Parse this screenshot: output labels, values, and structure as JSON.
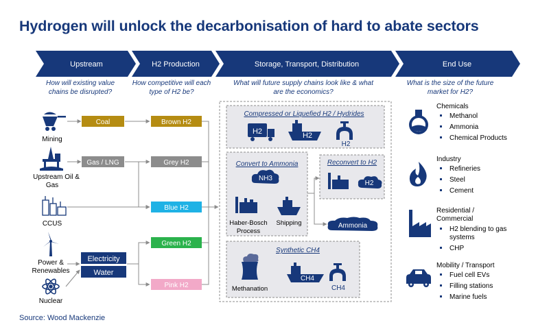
{
  "title": "Hydrogen will unlock the decarbonisation of hard to abate sectors",
  "stages": [
    {
      "label": "Upstream",
      "question": [
        "How will existing value",
        "chains be disrupted?"
      ]
    },
    {
      "label": "H2 Production",
      "question": [
        "How competitive will each",
        "type of H2 be?"
      ]
    },
    {
      "label": "Storage, Transport, Distribution",
      "question": [
        "What will future supply chains look like & what",
        "are the economics?"
      ]
    },
    {
      "label": "End Use",
      "question": [
        "What is the size of the future",
        "market for H2?"
      ]
    }
  ],
  "sources": [
    {
      "label": "Mining",
      "icon": "mining-cart-icon"
    },
    {
      "label": [
        "Upstream Oil &",
        "Gas"
      ],
      "icon": "oil-rig-icon"
    },
    {
      "label": "CCUS",
      "icon": "ccus-plant-icon"
    },
    {
      "label": [
        "Power &",
        "Renewables"
      ],
      "icon": "wind-turbine-icon"
    },
    {
      "label": "Nuclear",
      "icon": "atom-icon"
    }
  ],
  "feedstocks": [
    {
      "label": "Coal",
      "color": "#b58c12"
    },
    {
      "label": "Gas / LNG",
      "color": "#8c8c8c"
    },
    {
      "label": "Electricity",
      "color": "#17387a"
    },
    {
      "label": "Water",
      "color": "#17387a"
    }
  ],
  "h2_types": [
    {
      "label": "Brown H2",
      "color": "#b58c12"
    },
    {
      "label": "Grey H2",
      "color": "#8c8c8c"
    },
    {
      "label": "Blue H2",
      "color": "#1fb2e5"
    },
    {
      "label": "Green H2",
      "color": "#2bb24c"
    },
    {
      "label": "Pink H2",
      "color": "#f2a9c8"
    }
  ],
  "storage": {
    "compressed": {
      "title": "Compressed or Liquefied H2 / Hydrides",
      "tags": [
        "H2",
        "H2",
        "H2"
      ]
    },
    "ammonia": {
      "title": "Convert to Ammonia",
      "cloud": "NH3",
      "haber": [
        "Haber-Bosch",
        "Process"
      ],
      "shipping": "Shipping"
    },
    "reconvert": {
      "title": "Reconvert to H2",
      "cloud": "H2"
    },
    "ammonia_output": "Ammonia",
    "synthetic": {
      "title": "Synthetic CH4",
      "methanation": "Methanation",
      "tags": [
        "CH4",
        "CH4"
      ]
    }
  },
  "end_use": [
    {
      "heading": [
        "Chemicals"
      ],
      "icon": "flask-icon",
      "items": [
        "Methanol",
        "Ammonia",
        "Chemical Products"
      ]
    },
    {
      "heading": [
        "Industry"
      ],
      "icon": "flame-icon",
      "items": [
        "Refineries",
        "Steel",
        "Cement"
      ]
    },
    {
      "heading": [
        "Residential /",
        "Commercial"
      ],
      "icon": "factory-icon",
      "items": [
        [
          "H2 blending to gas",
          "systems"
        ],
        "CHP"
      ]
    },
    {
      "heading": [
        "Mobility / Transport"
      ],
      "icon": "car-icon",
      "items": [
        "Fuel cell EVs",
        "Filling stations",
        "Marine fuels"
      ]
    }
  ],
  "source_note": "Source: Wood Mackenzie",
  "colors": {
    "navy": "#17387a",
    "light_box": "#e8e8ec",
    "line": "#8c8c8c"
  }
}
